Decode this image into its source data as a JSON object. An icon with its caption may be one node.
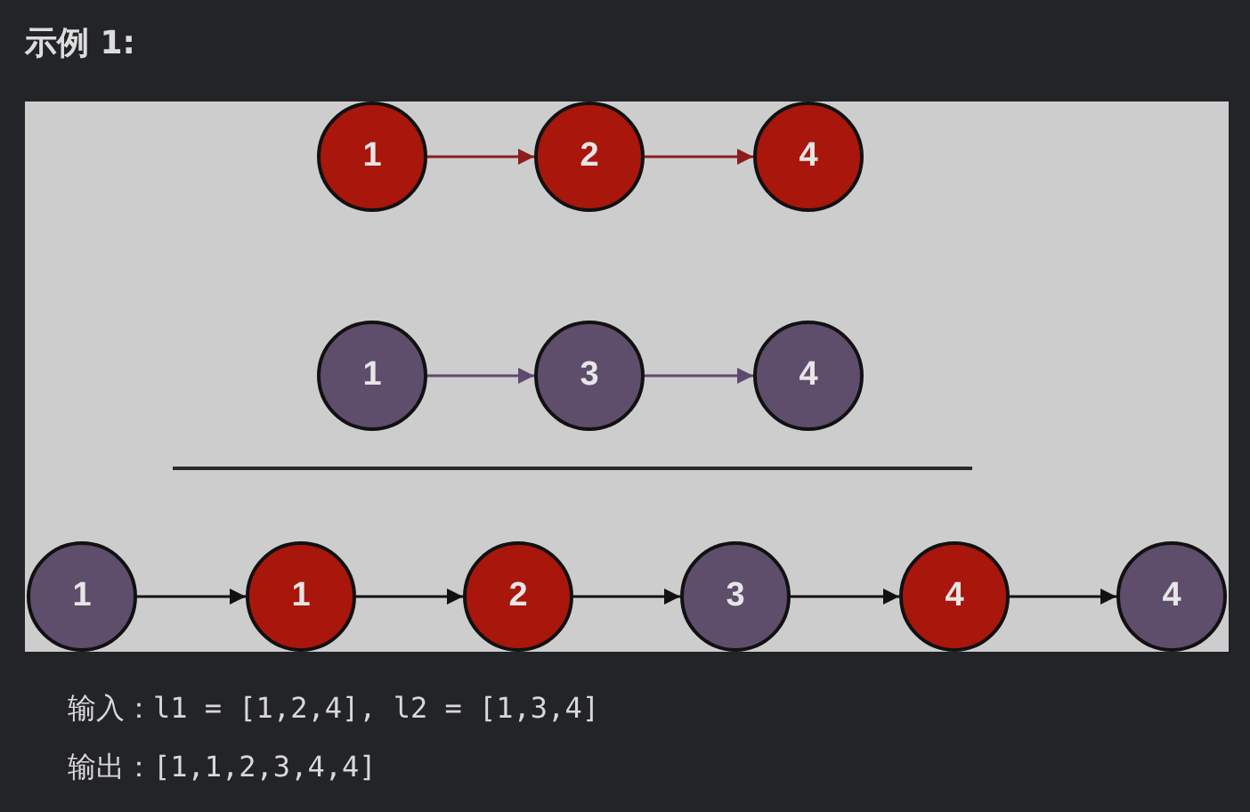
{
  "diagram": {
    "title": "示例 1:",
    "nodes": [
      {
        "text": [
          "1"
        ]
      },
      {
        "text": [
          "2"
        ]
      },
      {
        "text": [
          "4"
        ]
      },
      {
        "text": [
          "1"
        ]
      },
      {
        "text": [
          "3"
        ]
      },
      {
        "text": [
          "4"
        ]
      },
      {
        "text": [
          "1"
        ]
      },
      {
        "text": [
          "1"
        ]
      },
      {
        "text": [
          "2"
        ]
      },
      {
        "text": [
          "3"
        ]
      },
      {
        "text": [
          "4"
        ]
      },
      {
        "text": [
          "4"
        ]
      }
    ],
    "edges": [
      {
        "from": 0,
        "to": 1,
        "arrow": "to",
        "color": "#8e1c1c"
      },
      {
        "from": 1,
        "to": 2,
        "arrow": "to",
        "color": "#8e1c1c"
      },
      {
        "from": 3,
        "to": 4,
        "arrow": "to",
        "color": "#5e4a6e"
      },
      {
        "from": 4,
        "to": 5,
        "arrow": "to",
        "color": "#5e4a6e"
      },
      {
        "from": 6,
        "to": 7,
        "arrow": "to"
      },
      {
        "from": 7,
        "to": 8,
        "arrow": "to"
      },
      {
        "from": 8,
        "to": 9,
        "arrow": "to"
      },
      {
        "from": 9,
        "to": 10,
        "arrow": "to"
      },
      {
        "from": 10,
        "to": 11,
        "arrow": "to"
      }
    ],
    "labels": [
      "输入：l1 = [1,2,4], l2 = [1,3,4]",
      "输出：[1,1,2,3,4,4]"
    ]
  }
}
